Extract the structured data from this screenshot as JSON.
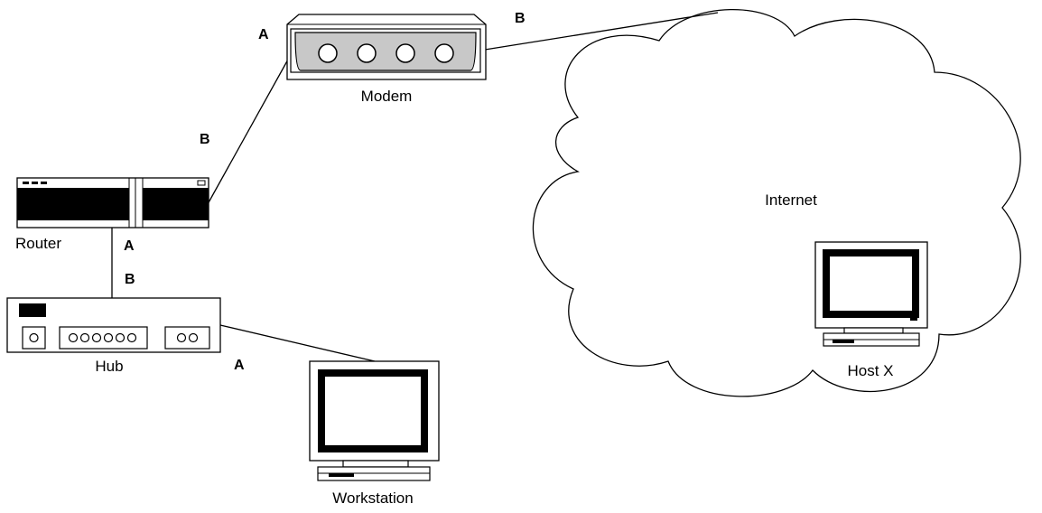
{
  "devices": {
    "modem": "Modem",
    "router": "Router",
    "hub": "Hub",
    "workstation": "Workstation",
    "internet": "Internet",
    "host": "Host X"
  },
  "endpoints": {
    "modem_router_a": "A",
    "modem_internet_b": "B",
    "router_modem_b": "B",
    "router_hub_a": "A",
    "hub_router_b": "B",
    "hub_workstation_a": "A"
  },
  "colors": {
    "stroke": "#000000",
    "modem_panel": "#c8c8c8",
    "background": "#ffffff"
  }
}
